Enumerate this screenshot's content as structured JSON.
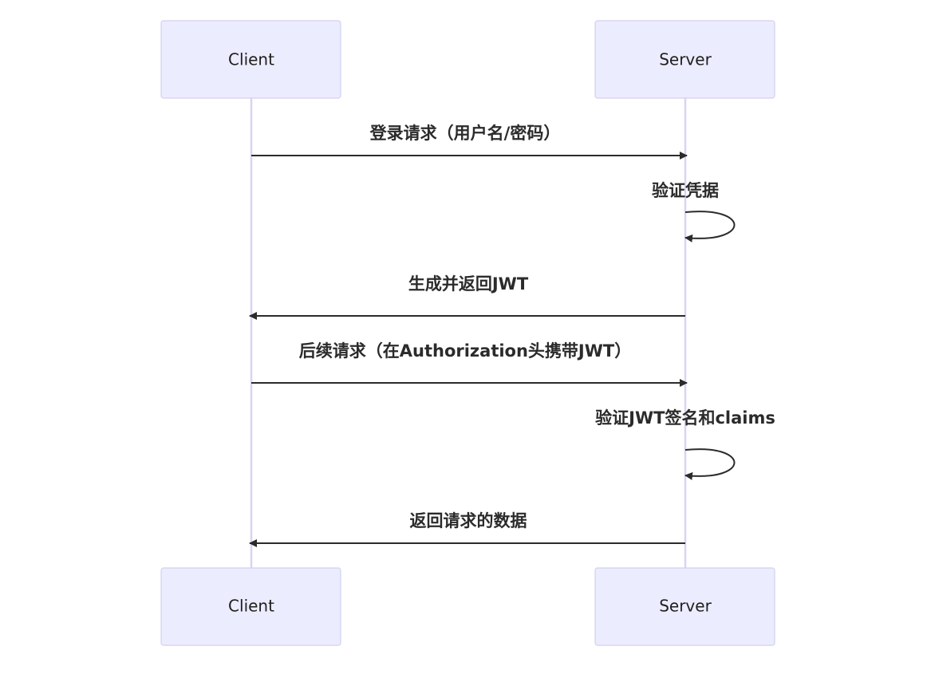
{
  "participants": {
    "client": "Client",
    "server": "Server"
  },
  "messages": [
    {
      "from": "client",
      "to": "server",
      "label": "登录请求（用户名/密码）"
    },
    {
      "from": "server",
      "to": "server",
      "label": "验证凭据"
    },
    {
      "from": "server",
      "to": "client",
      "label": "生成并返回JWT"
    },
    {
      "from": "client",
      "to": "server",
      "label": "后续请求（在Authorization头携带JWT）"
    },
    {
      "from": "server",
      "to": "server",
      "label": "验证JWT签名和claims"
    },
    {
      "from": "server",
      "to": "client",
      "label": "返回请求的数据"
    }
  ],
  "colors": {
    "actor_fill": "#ececff",
    "actor_border": "#d3d0ef",
    "lifeline": "#d8d4f4",
    "arrow": "#2b2b2b"
  }
}
